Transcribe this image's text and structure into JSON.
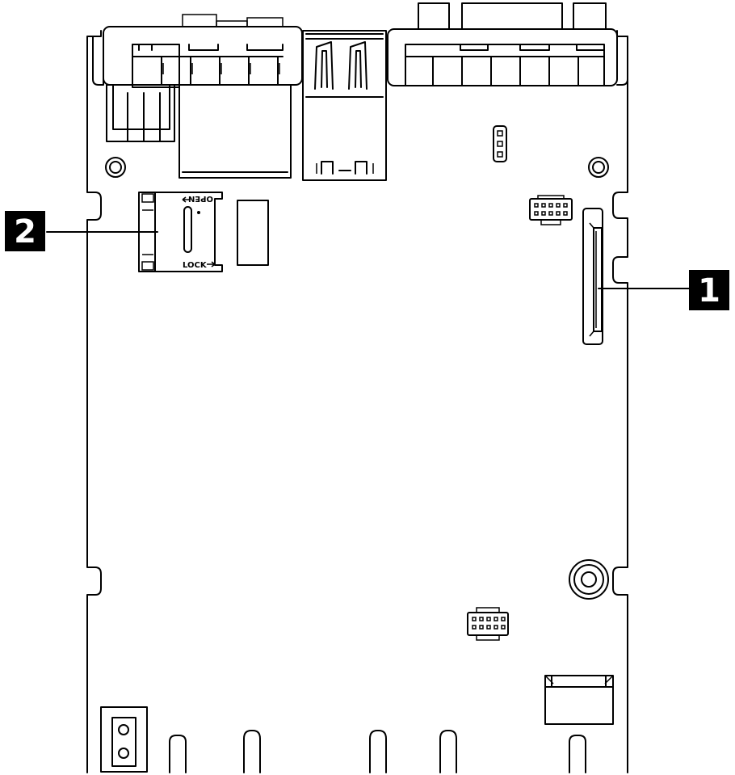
{
  "callouts": [
    {
      "number": "1"
    },
    {
      "number": "2"
    }
  ],
  "card_slot": {
    "open_label": "OPEN",
    "lock_label": "LOCK"
  }
}
